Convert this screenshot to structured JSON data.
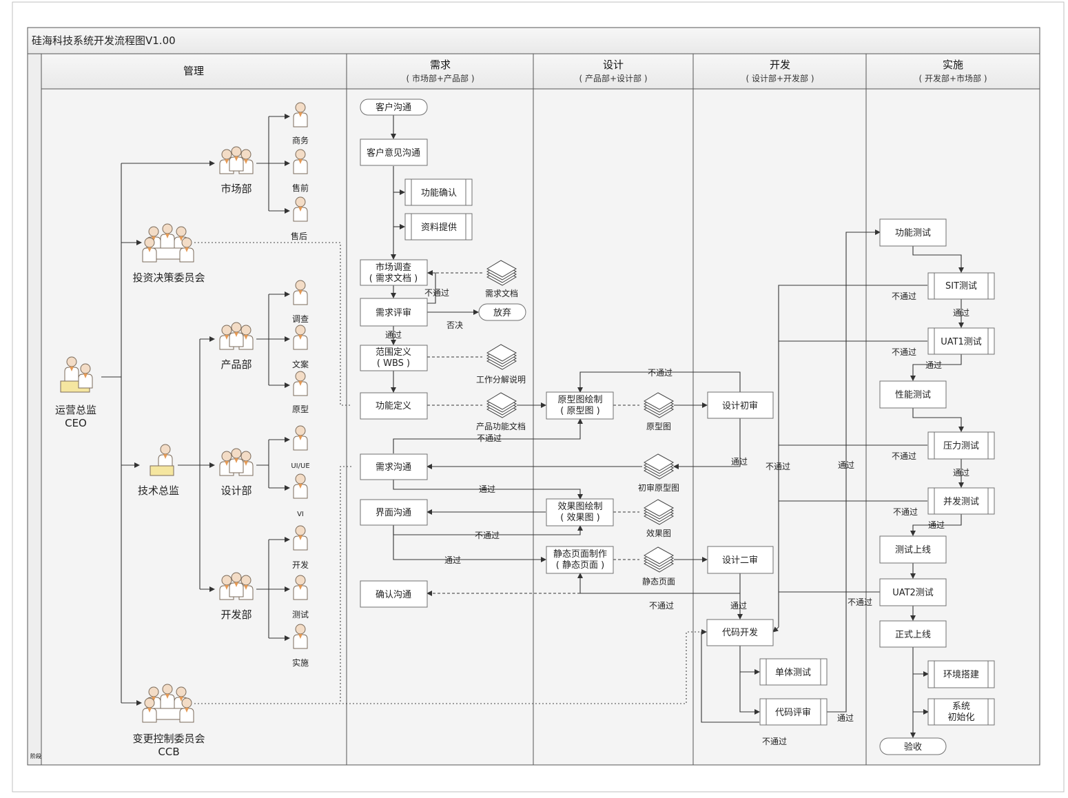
{
  "title": "硅海科技系统开发流程图V1.00",
  "side_label": "阶段",
  "lanes": {
    "mgmt": {
      "title": "管理",
      "sub": ""
    },
    "req": {
      "title": "需求",
      "sub": "( 市场部+产品部 )"
    },
    "design": {
      "title": "设计",
      "sub": "( 产品部+设计部 )"
    },
    "dev": {
      "title": "开发",
      "sub": "( 设计部+开发部 )"
    },
    "impl": {
      "title": "实施",
      "sub": "( 开发部+市场部 )"
    }
  },
  "org": {
    "ceo_1": "运营总监",
    "ceo_2": "CEO",
    "invest": "投资决策委员会",
    "cto": "技术总监",
    "ccb_1": "变更控制委员会",
    "ccb_2": "CCB",
    "market": "市场部",
    "product": "产品部",
    "design": "设计部",
    "devdept": "开发部",
    "p_sw": "商务",
    "p_sq": "售前",
    "p_sh": "售后",
    "p_dc": "调查",
    "p_wa": "文案",
    "p_yx": "原型",
    "p_ui": "UI/UE",
    "p_vi": "VI",
    "p_kf": "开发",
    "p_cs": "测试",
    "p_ss": "实施"
  },
  "nodes": {
    "khgt": "客户沟通",
    "khyj": "客户意见沟通",
    "gnqr": "功能确认",
    "zltg": "资料提供",
    "scdc_1": "市场调查",
    "scdc_2": "( 需求文档 )",
    "xqps": "需求评审",
    "fq": "放弃",
    "fwdy_1": "范围定义",
    "fwdy_2": "( WBS )",
    "gndy": "功能定义",
    "xqgt": "需求沟通",
    "jmgt": "界面沟通",
    "qrgt": "确认沟通",
    "yxt_1": "原型图绘制",
    "yxt_2": "( 原型图 )",
    "xgt_1": "效果图绘制",
    "xgt_2": "( 效果图 )",
    "jtym_1": "静态页面制作",
    "jtym_2": "( 静态页面 )",
    "sjcs": "设计初审",
    "sjes": "设计二审",
    "dmkf": "代码开发",
    "dtcs": "单体测试",
    "dmps": "代码评审",
    "gncs": "功能测试",
    "sit": "SIT测试",
    "uat1": "UAT1测试",
    "xncs": "性能测试",
    "ylcs": "压力测试",
    "bfcs": "并发测试",
    "cssx": "测试上线",
    "uat2": "UAT2测试",
    "zssx": "正式上线",
    "hjdj": "环境搭建",
    "xtcsh_1": "系统",
    "xtcsh_2": "初始化",
    "ys": "验收"
  },
  "docs": {
    "xqwd": "需求文档",
    "gzfj": "工作分解说明",
    "cpgn": "产品功能文档",
    "yxt": "原型图",
    "csyxt": "初审原型图",
    "xgt": "效果图",
    "jtym": "静态页面"
  },
  "edge_labels": {
    "pass": "通过",
    "fail": "不通过",
    "reject": "否决"
  }
}
